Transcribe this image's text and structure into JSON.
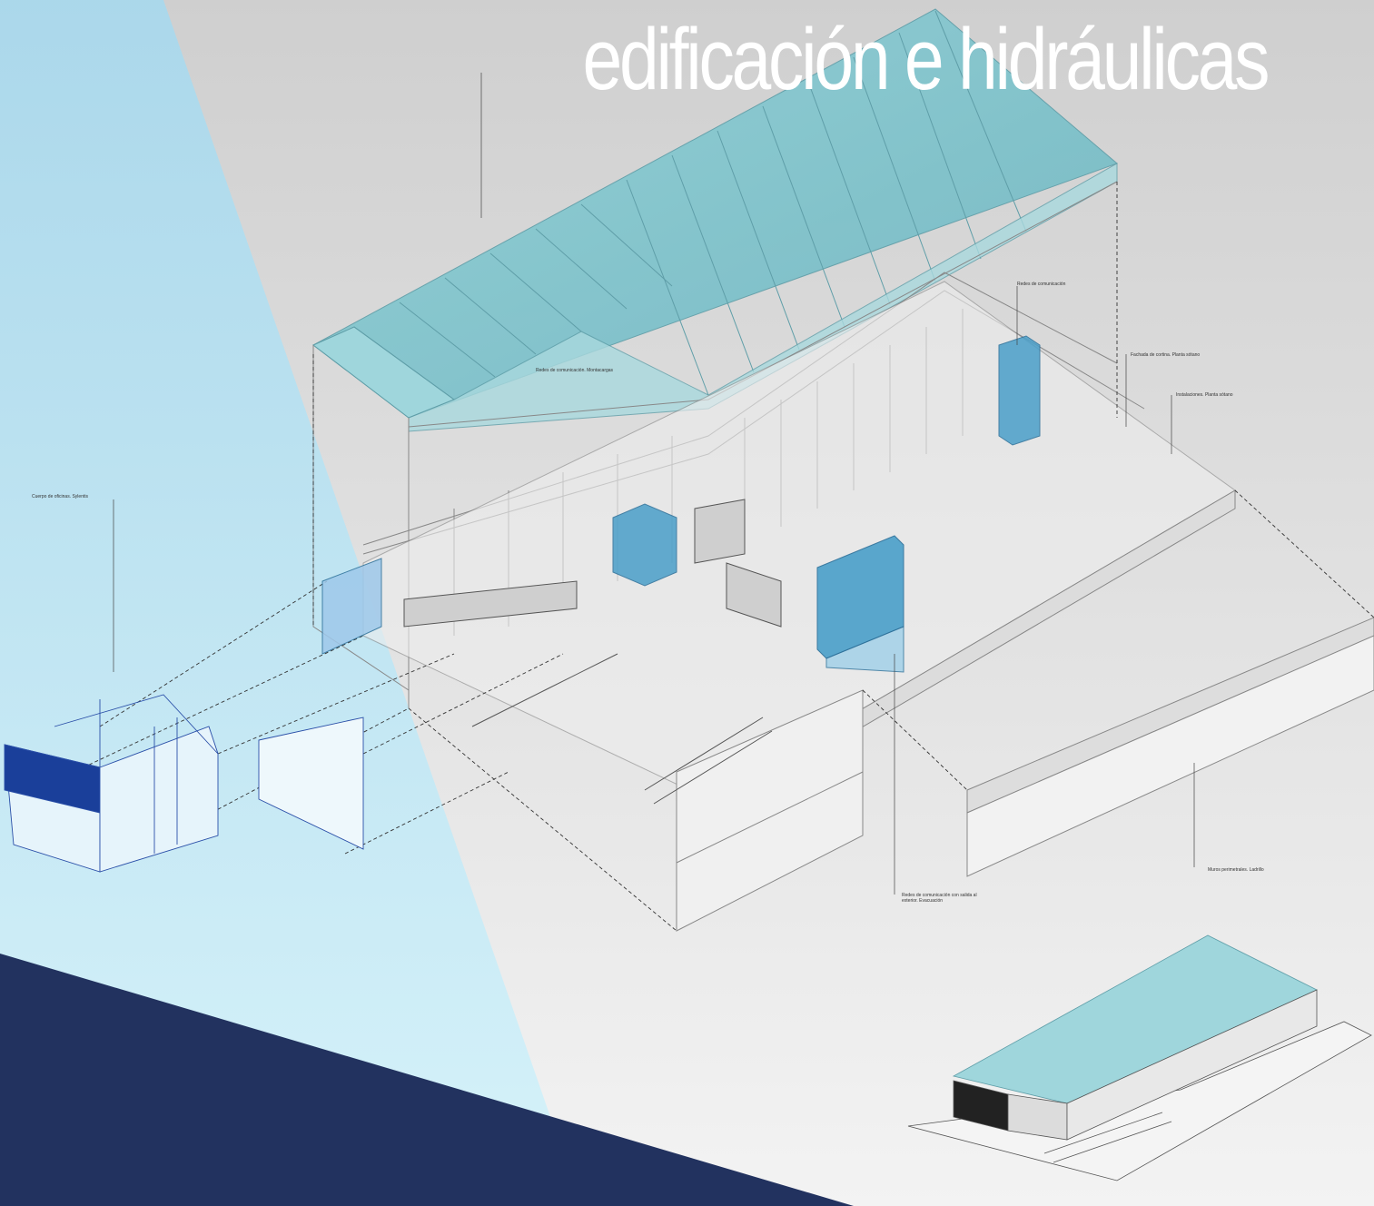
{
  "headline": "edificación e hidráulicas",
  "annotations": {
    "redes_montacargas": "Redes de comunicación. Montacargas",
    "redes_comunicacion": "Redes de comunicación",
    "fachada_cortina": "Fachada de cortina. Planta sótano",
    "instalaciones": "Instalaciones. Planta sótano",
    "cuerpo_oficinas": "Cuerpo de oficinas. Sylentis",
    "redes_salida": "Redes de comunicación con salida al exterior. Evacuación",
    "muros_perimetrales": "Muros perimetrales. Ladrillo"
  },
  "colors": {
    "light_blue_panel": "#c9ecf7",
    "gray_background": "#d9d9d9",
    "navy_corner": "#22325f",
    "roof_teal": "#7fc4cc",
    "blue_accent": "#4a9fc9",
    "office_blue": "#1a3f9a"
  }
}
